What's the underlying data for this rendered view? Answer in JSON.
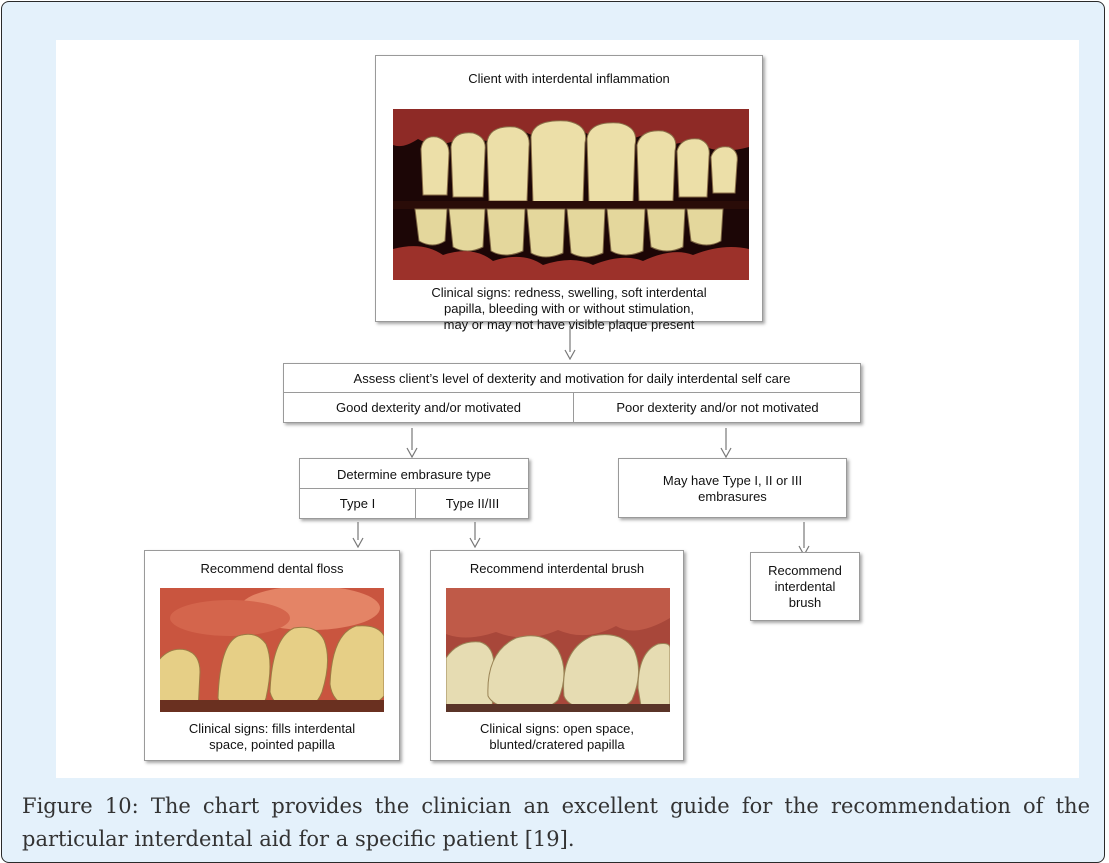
{
  "top_box": {
    "title": "Client with interdental inflammation",
    "signs_1": "Clinical signs: redness, swelling, soft interdental",
    "signs_2": "papilla, bleeding with or without stimulation,",
    "signs_3": "may or may not have visible plaque present"
  },
  "assess_box": {
    "title": "Assess client’s level of dexterity and motivation for daily interdental self care",
    "left": "Good dexterity and/or motivated",
    "right": "Poor dexterity and/or not motivated"
  },
  "embrasure_box": {
    "title": "Determine embrasure type",
    "left": "Type I",
    "right": "Type II/III"
  },
  "maybe_box": {
    "line1": "May have Type I, II or III",
    "line2": "embrasures"
  },
  "floss_box": {
    "title": "Recommend dental floss",
    "signs_1": "Clinical signs: fills interdental",
    "signs_2": "space, pointed papilla"
  },
  "brush_box": {
    "title": "Recommend interdental brush",
    "signs_1": "Clinical signs: open space,",
    "signs_2": "blunted/cratered papilla"
  },
  "small_brush_box": {
    "line1": "Recommend",
    "line2": "interdental",
    "line3": "brush"
  },
  "caption": "Figure 10: The chart provides the clinician an excellent guide for the recommendation of the particular interdental aid for a specific patient [19].",
  "colors": {
    "frame_bg": "#e4f1fb",
    "gum": "#b8453c",
    "tooth": "#ece2b4"
  }
}
